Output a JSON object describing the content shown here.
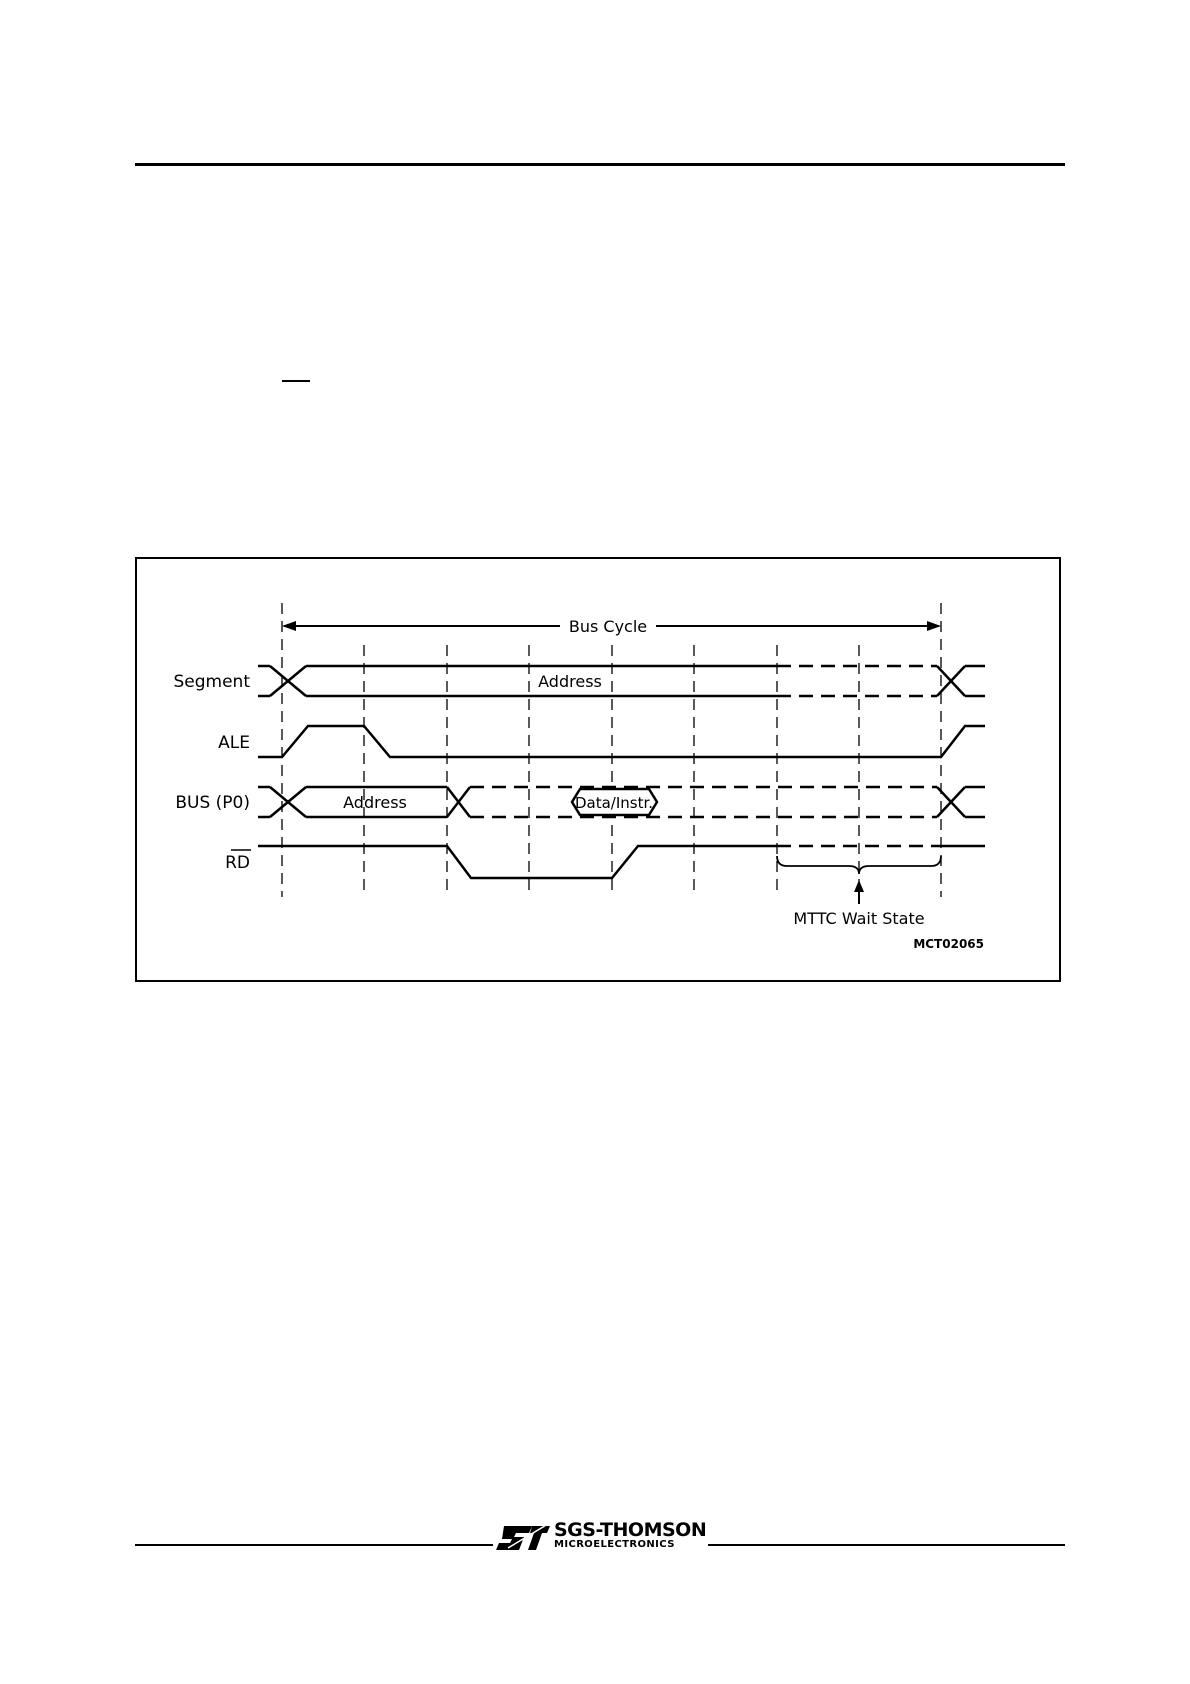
{
  "header": {
    "has_rule": true
  },
  "diagram": {
    "bus_cycle_label": "Bus Cycle",
    "signals": {
      "segment": "Segment",
      "ale": "ALE",
      "bus": "BUS (P0)",
      "rd": "RD"
    },
    "segment_value": "Address",
    "bus_address_value": "Address",
    "bus_data_value": "Data/Instr.",
    "wait_state_label": "MTTC Wait State",
    "figure_code": "MCT02065"
  },
  "footer": {
    "brand_name": "SGS-THOMSON",
    "brand_sub": "MICROELECTRONICS",
    "logo_icon": "st-logo-icon"
  }
}
